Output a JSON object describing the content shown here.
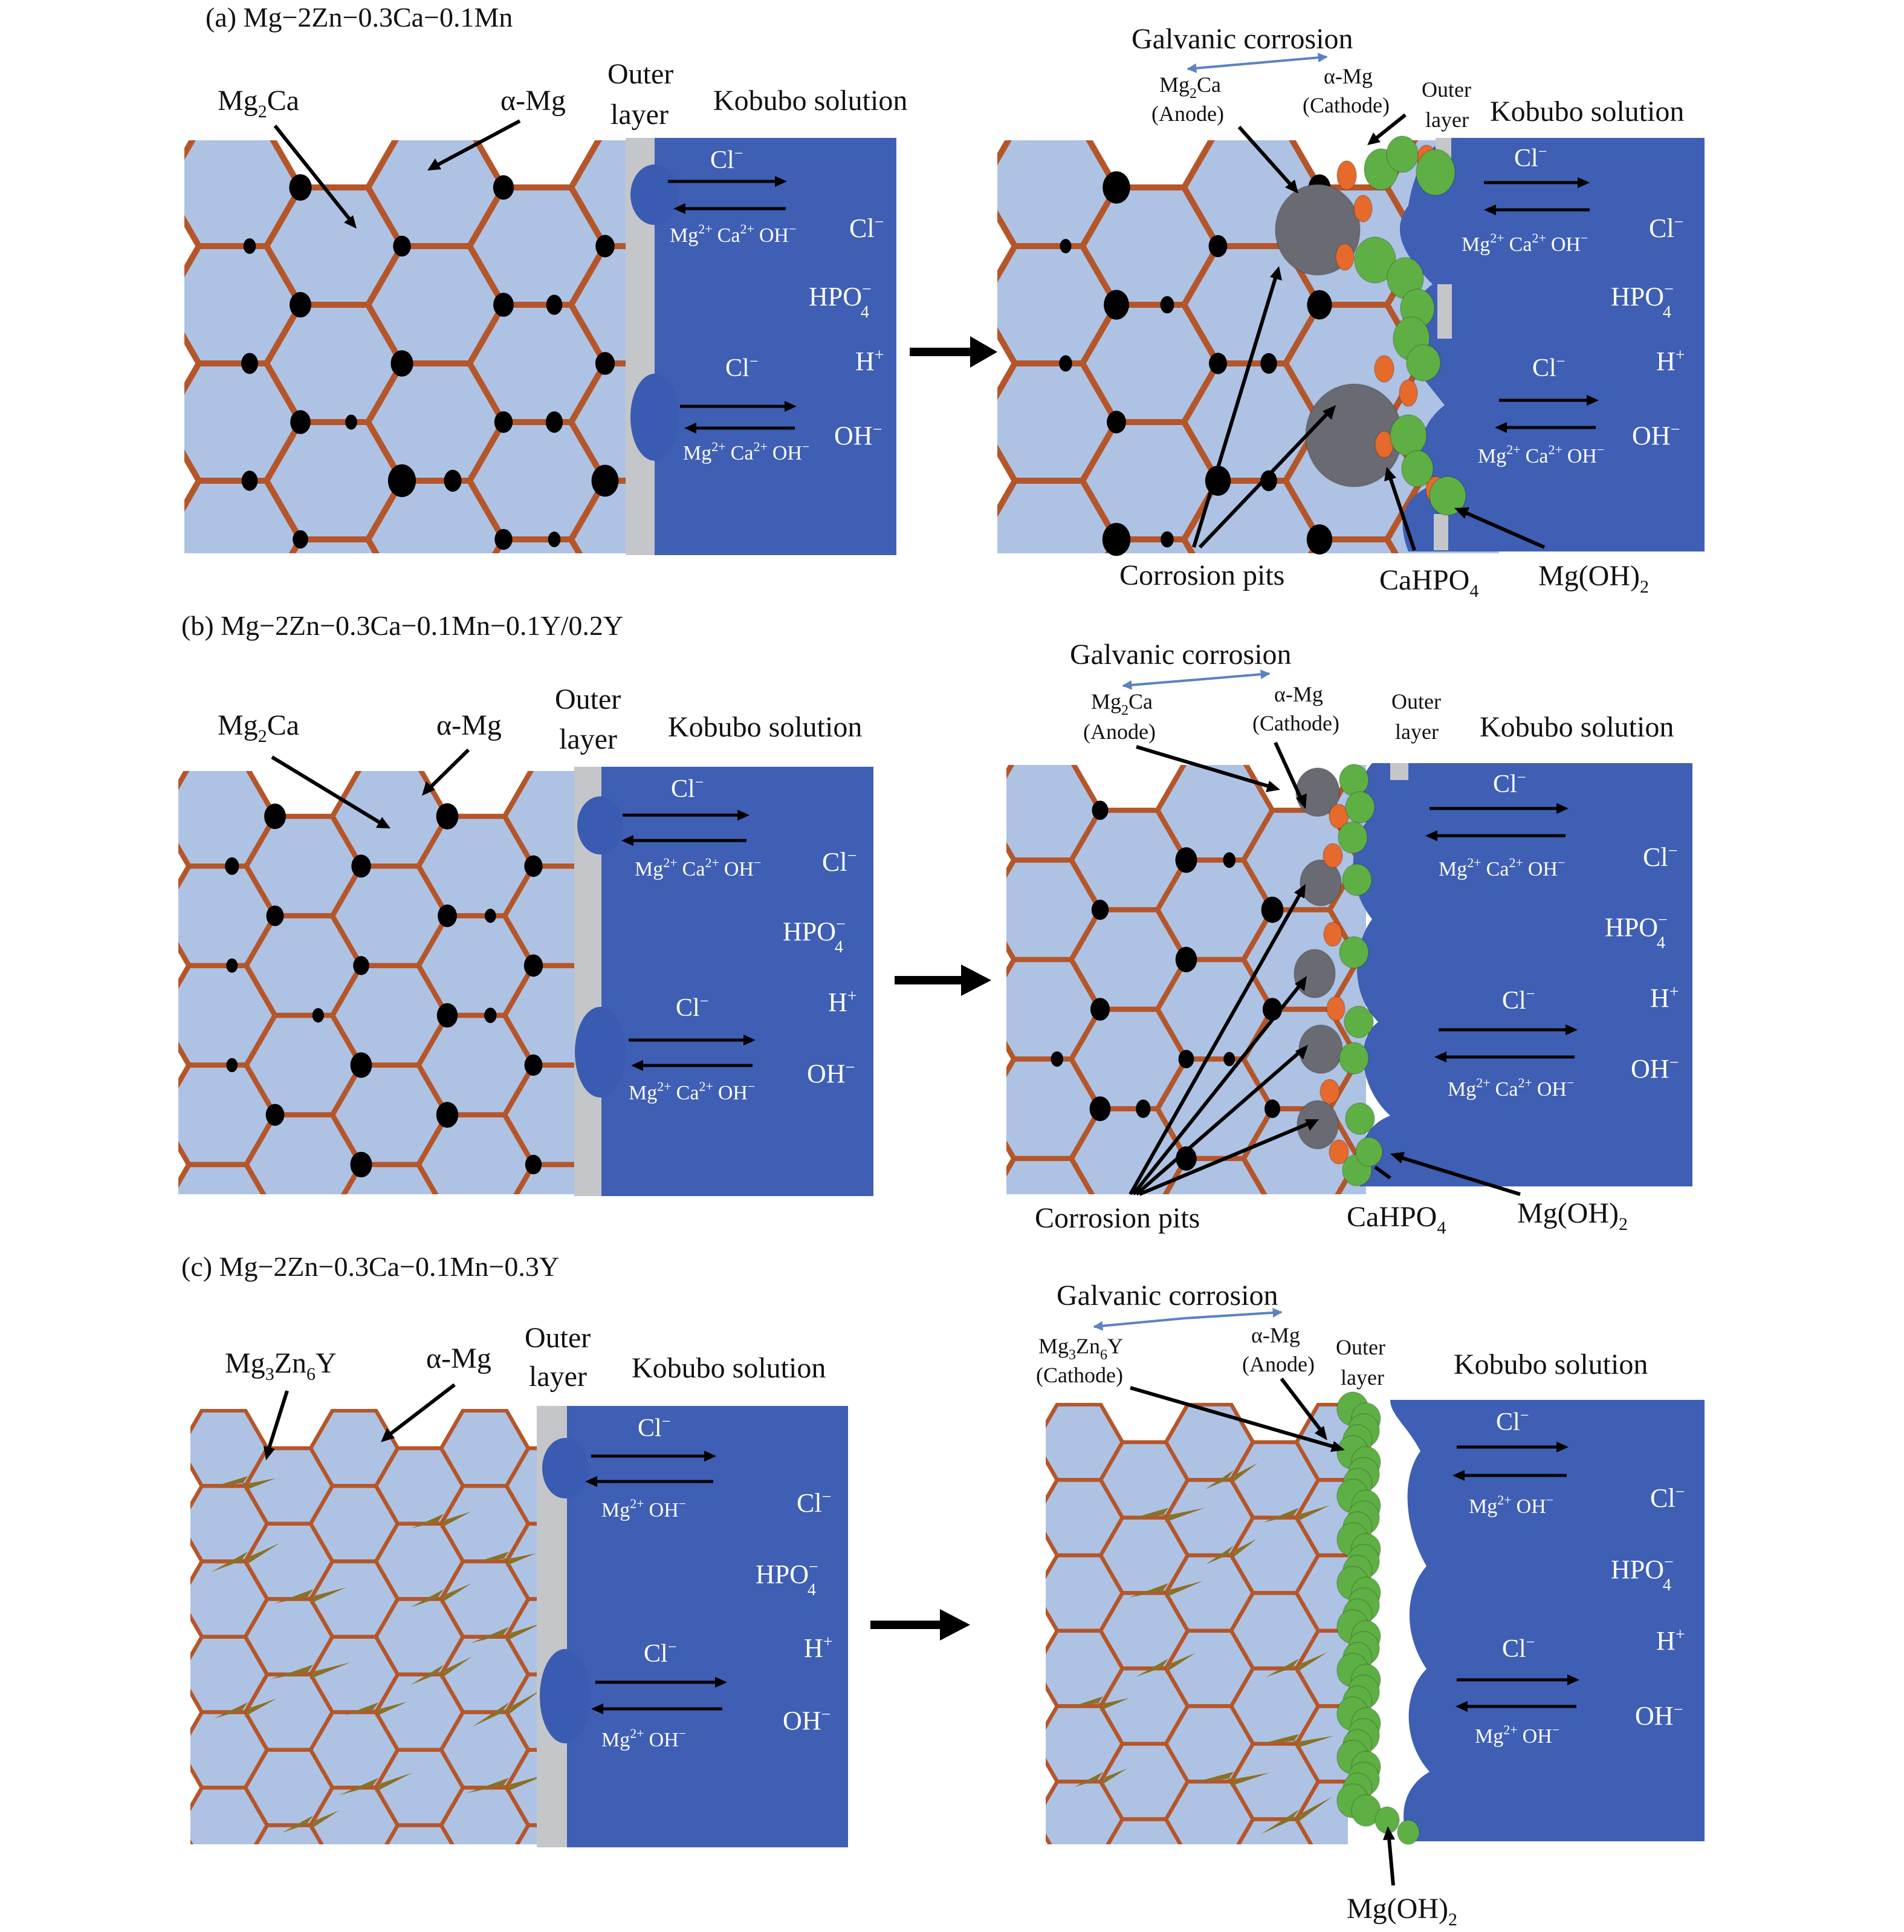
{
  "panels": [
    {
      "id": "a",
      "title": "(a) Mg−2Zn−0.3Ca−0.1Mn",
      "precip_variant": "mg2ca",
      "left": {
        "precip": {
          "main": "Mg",
          "sub1": "2",
          "tail": "Ca"
        },
        "amg": "α-Mg",
        "outer1": "Outer",
        "outer2": "layer",
        "solution": "Kobubo solution",
        "ions_row1": {
          "cl": "Cl",
          "cl_sup": "−",
          "mg": "Mg",
          "mg_sup": "2+",
          "ca": "Ca",
          "ca_sup": "2+",
          "oh": "OH",
          "oh_sup": "−"
        },
        "ions_row2": {
          "cl": "Cl",
          "cl_sup": "−",
          "mg": "Mg",
          "mg_sup": "2+",
          "ca": "Ca",
          "ca_sup": "2+",
          "oh": "OH",
          "oh_sup": "−"
        },
        "side": {
          "cl": "Cl",
          "cl_sup": "−",
          "hpo": "HPO",
          "hpo_sub": "4",
          "hpo_sup": "−",
          "h": "H",
          "h_sup": "+",
          "oh": "OH",
          "oh_sup": "−"
        }
      },
      "right": {
        "galvanic": "Galvanic corrosion",
        "node1": {
          "main": "Mg",
          "sub1": "2",
          "tail": "Ca",
          "role": "(Anode)"
        },
        "node2": {
          "name": "α-Mg",
          "role": "(Cathode)"
        },
        "outer1": "Outer",
        "outer2": "layer",
        "solution": "Kobubo solution",
        "ions_row1": {
          "cl": "Cl",
          "cl_sup": "−",
          "mg": "Mg",
          "mg_sup": "2+",
          "ca": "Ca",
          "ca_sup": "2+",
          "oh": "OH",
          "oh_sup": "−"
        },
        "ions_row2": {
          "cl": "Cl",
          "cl_sup": "−",
          "mg": "Mg",
          "mg_sup": "2+",
          "ca": "Ca",
          "ca_sup": "2+",
          "oh": "OH",
          "oh_sup": "−"
        },
        "side": {
          "cl": "Cl",
          "cl_sup": "−",
          "hpo": "HPO",
          "hpo_sub": "4",
          "hpo_sup": "−",
          "h": "H",
          "h_sup": "+",
          "oh": "OH",
          "oh_sup": "−"
        },
        "pits": "Corrosion pits",
        "cahpo": {
          "main": "CaHPO",
          "sub": "4"
        },
        "mgoh": {
          "main": "Mg(OH)",
          "sub": "2"
        }
      }
    },
    {
      "id": "b",
      "title": "(b) Mg−2Zn−0.3Ca−0.1Mn−0.1Y/0.2Y",
      "precip_variant": "mg2ca_dense",
      "left": {
        "precip": {
          "main": "Mg",
          "sub1": "2",
          "tail": "Ca"
        },
        "amg": "α-Mg",
        "outer1": "Outer",
        "outer2": "layer",
        "solution": "Kobubo solution",
        "ions_row1": {
          "cl": "Cl",
          "cl_sup": "−",
          "mg": "Mg",
          "mg_sup": "2+",
          "ca": "Ca",
          "ca_sup": "2+",
          "oh": "OH",
          "oh_sup": "−"
        },
        "ions_row2": {
          "cl": "Cl",
          "cl_sup": "−",
          "mg": "Mg",
          "mg_sup": "2+",
          "ca": "Ca",
          "ca_sup": "2+",
          "oh": "OH",
          "oh_sup": "−"
        },
        "side": {
          "cl": "Cl",
          "cl_sup": "−",
          "hpo": "HPO",
          "hpo_sub": "4",
          "hpo_sup": "−",
          "h": "H",
          "h_sup": "+",
          "oh": "OH",
          "oh_sup": "−"
        }
      },
      "right": {
        "galvanic": "Galvanic corrosion",
        "node1": {
          "main": "Mg",
          "sub1": "2",
          "tail": "Ca",
          "role": "(Anode)"
        },
        "node2": {
          "name": "α-Mg",
          "role": "(Cathode)"
        },
        "outer1": "Outer",
        "outer2": "layer",
        "solution": "Kobubo solution",
        "ions_row1": {
          "cl": "Cl",
          "cl_sup": "−",
          "mg": "Mg",
          "mg_sup": "2+",
          "ca": "Ca",
          "ca_sup": "2+",
          "oh": "OH",
          "oh_sup": "−"
        },
        "ions_row2": {
          "cl": "Cl",
          "cl_sup": "−",
          "mg": "Mg",
          "mg_sup": "2+",
          "ca": "Ca",
          "ca_sup": "2+",
          "oh": "OH",
          "oh_sup": "−"
        },
        "side": {
          "cl": "Cl",
          "cl_sup": "−",
          "hpo": "HPO",
          "hpo_sub": "4",
          "hpo_sup": "−",
          "h": "H",
          "h_sup": "+",
          "oh": "OH",
          "oh_sup": "−"
        },
        "pits": "Corrosion pits",
        "cahpo": {
          "main": "CaHPO",
          "sub": "4"
        },
        "mgoh": {
          "main": "Mg(OH)",
          "sub": "2"
        }
      }
    },
    {
      "id": "c",
      "title": "(c) Mg−2Zn−0.3Ca−0.1Mn−0.3Y",
      "precip_variant": "mg3zn6y",
      "left": {
        "precip": {
          "main": "Mg",
          "sub1": "3",
          "mid": "Zn",
          "sub2": "6",
          "tail": "Y"
        },
        "amg": "α-Mg",
        "outer1": "Outer",
        "outer2": "layer",
        "solution": "Kobubo solution",
        "ions_row1": {
          "cl": "Cl",
          "cl_sup": "−",
          "mg": "Mg",
          "mg_sup": "2+",
          "oh": "OH",
          "oh_sup": "−"
        },
        "ions_row2": {
          "cl": "Cl",
          "cl_sup": "−",
          "mg": "Mg",
          "mg_sup": "2+",
          "oh": "OH",
          "oh_sup": "−"
        },
        "side": {
          "cl": "Cl",
          "cl_sup": "−",
          "hpo": "HPO",
          "hpo_sub": "4",
          "hpo_sup": "−",
          "h": "H",
          "h_sup": "+",
          "oh": "OH",
          "oh_sup": "−"
        }
      },
      "right": {
        "galvanic": "Galvanic corrosion",
        "node1": {
          "main": "Mg",
          "sub1": "3",
          "mid": "Zn",
          "sub2": "6",
          "tail": "Y",
          "role": "(Cathode)"
        },
        "node2": {
          "name": "α-Mg",
          "role": "(Anode)"
        },
        "outer1": "Outer",
        "outer2": "layer",
        "solution": "Kobubo solution",
        "ions_row1": {
          "cl": "Cl",
          "cl_sup": "−",
          "mg": "Mg",
          "mg_sup": "2+",
          "oh": "OH",
          "oh_sup": "−"
        },
        "ions_row2": {
          "cl": "Cl",
          "cl_sup": "−",
          "mg": "Mg",
          "mg_sup": "2+",
          "oh": "OH",
          "oh_sup": "−"
        },
        "side": {
          "cl": "Cl",
          "cl_sup": "−",
          "hpo": "HPO",
          "hpo_sub": "4",
          "hpo_sup": "−",
          "h": "H",
          "h_sup": "+",
          "oh": "OH",
          "oh_sup": "−"
        },
        "mgoh": {
          "main": "Mg(OH)",
          "sub": "2"
        }
      }
    }
  ],
  "colors": {
    "grain_fill": "#aec3e4",
    "grain_edge": "#b5562a",
    "solution": "#3f5fb5",
    "outer_layer": "#c4c6c9",
    "precipitate": "#000000",
    "mg3zn6y": "#8a7028",
    "mg_oh2": "#5fb044",
    "cahpo4": "#e66a2c",
    "corrosion_pit": "#6a6a72",
    "galvanic_arrow": "#5b82c2"
  }
}
